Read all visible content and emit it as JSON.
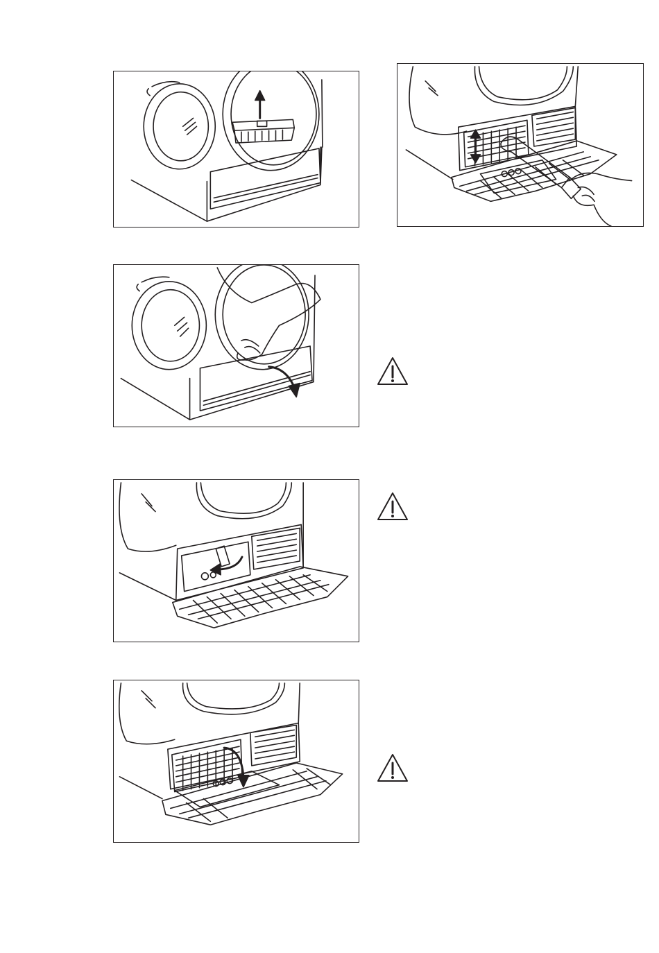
{
  "figures": [
    {
      "id": "fig1",
      "caption": "",
      "icons": [
        "tumble-dryer-icon",
        "filter-icon",
        "arrow-up-icon"
      ]
    },
    {
      "id": "fig2",
      "caption": "",
      "icons": [
        "tumble-dryer-icon",
        "hand-icon",
        "arrow-curved-down-icon"
      ]
    },
    {
      "id": "fig3",
      "caption": "",
      "icons": [
        "tumble-dryer-icon",
        "filter-icon",
        "double-arrow-vertical-icon",
        "vacuum-nozzle-icon",
        "hand-icon"
      ]
    },
    {
      "id": "fig4",
      "caption": "",
      "icons": [
        "tumble-dryer-icon",
        "locking-lever-icon",
        "arrow-curved-icon"
      ]
    },
    {
      "id": "fig5",
      "caption": "",
      "icons": [
        "tumble-dryer-icon",
        "filter-icon",
        "arrow-curved-down-icon"
      ]
    }
  ],
  "warnings": [
    {
      "id": "warn1",
      "icon": "warning-triangle-icon"
    },
    {
      "id": "warn2",
      "icon": "warning-triangle-icon"
    },
    {
      "id": "warn3",
      "icon": "warning-triangle-icon"
    }
  ],
  "colors": {
    "line": "#231f20",
    "background": "#ffffff"
  }
}
